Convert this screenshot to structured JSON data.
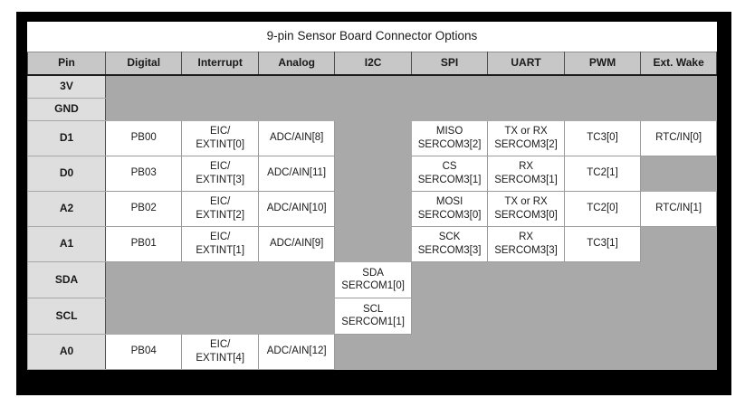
{
  "title": "9-pin Sensor Board Connector Options",
  "columns": [
    "Pin",
    "Digital",
    "Interrupt",
    "Analog",
    "I2C",
    "SPI",
    "UART",
    "PWM",
    "Ext. Wake"
  ],
  "rows": [
    {
      "pin": "3V",
      "cells": [
        "",
        "",
        "",
        "",
        "",
        "",
        "",
        ""
      ]
    },
    {
      "pin": "GND",
      "cells": [
        "",
        "",
        "",
        "",
        "",
        "",
        "",
        ""
      ]
    },
    {
      "pin": "D1",
      "cells": [
        "PB00",
        "EIC/\nEXTINT[0]",
        "ADC/AIN[8]",
        "",
        "MISO\nSERCOM3[2]",
        "TX or RX\nSERCOM3[2]",
        "TC3[0]",
        "RTC/IN[0]"
      ]
    },
    {
      "pin": "D0",
      "cells": [
        "PB03",
        "EIC/\nEXTINT[3]",
        "ADC/AIN[11]",
        "",
        "CS\nSERCOM3[1]",
        "RX\nSERCOM3[1]",
        "TC2[1]",
        ""
      ]
    },
    {
      "pin": "A2",
      "cells": [
        "PB02",
        "EIC/\nEXTINT[2]",
        "ADC/AIN[10]",
        "",
        "MOSI\nSERCOM3[0]",
        "TX or RX\nSERCOM3[0]",
        "TC2[0]",
        "RTC/IN[1]"
      ]
    },
    {
      "pin": "A1",
      "cells": [
        "PB01",
        "EIC/\nEXTINT[1]",
        "ADC/AIN[9]",
        "",
        "SCK\nSERCOM3[3]",
        "RX\nSERCOM3[3]",
        "TC3[1]",
        ""
      ]
    },
    {
      "pin": "SDA",
      "cells": [
        "",
        "",
        "",
        "SDA\nSERCOM1[0]",
        "",
        "",
        "",
        ""
      ]
    },
    {
      "pin": "SCL",
      "cells": [
        "",
        "",
        "",
        "SCL\nSERCOM1[1]",
        "",
        "",
        "",
        ""
      ]
    },
    {
      "pin": "A0",
      "cells": [
        "PB04",
        "EIC/\nEXTINT[4]",
        "ADC/AIN[12]",
        "",
        "",
        "",
        "",
        ""
      ]
    }
  ],
  "colors": {
    "frame": "#000000",
    "title_bg": "#ffffff",
    "header_bg": "#c7c7c7",
    "pin_bg": "#dedede",
    "empty_bg": "#a9a9a9",
    "cell_bg": "#ffffff",
    "border_light": "#9b9b9b",
    "border_dark": "#1c1c1c"
  }
}
